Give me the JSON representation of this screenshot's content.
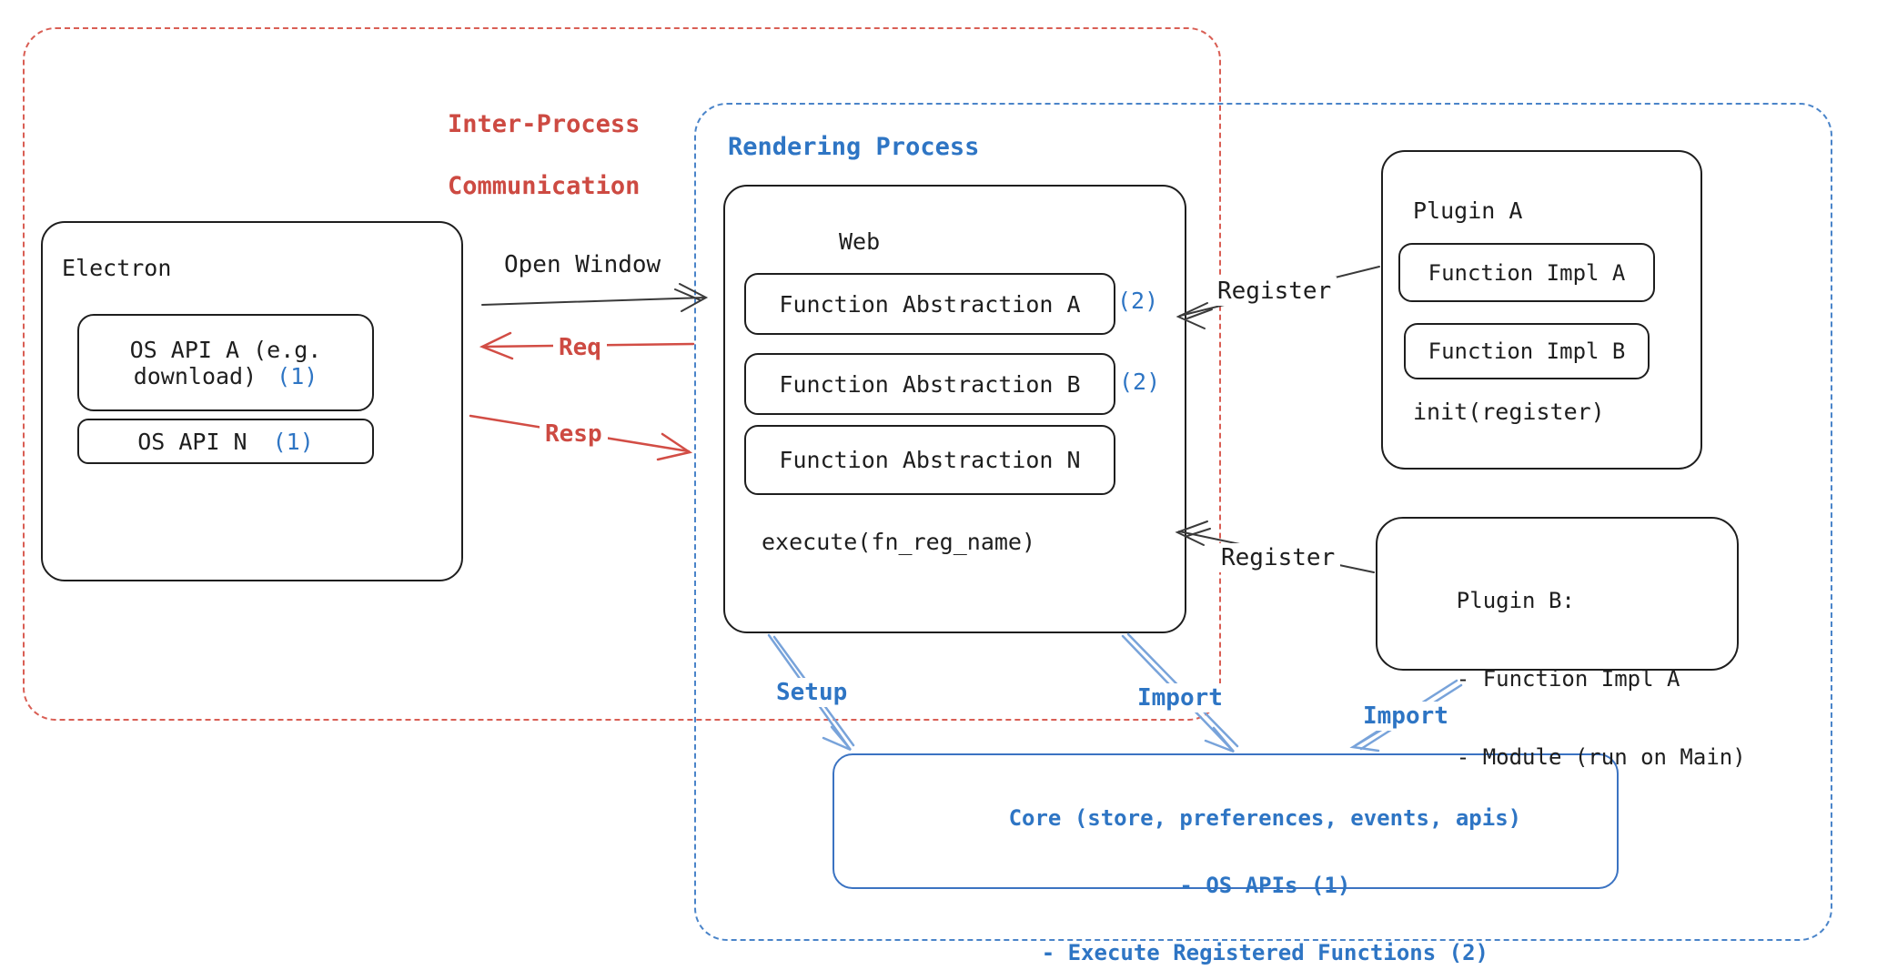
{
  "diagram": {
    "ipc_region": {
      "label_line1": "Inter-Process",
      "label_line2": "Communication"
    },
    "rendering_region": {
      "label": "Rendering Process"
    },
    "electron": {
      "title": "Electron",
      "api_a_line1": "OS API A (e.g.",
      "api_a_line2": "download)",
      "api_a_num": "(1)",
      "api_n": "OS API N",
      "api_n_num": "(1)"
    },
    "web": {
      "title": "Web",
      "fa_a": "Function Abstraction A",
      "fa_a_num": "(2)",
      "fa_b": "Function Abstraction B",
      "fa_b_num": "(2)",
      "fa_n": "Function Abstraction N",
      "execute": "execute(fn_reg_name)"
    },
    "plugin_a": {
      "title": "Plugin A",
      "impl_a": "Function Impl A",
      "impl_b": "Function Impl B",
      "init": "init(register)"
    },
    "plugin_b": {
      "title": "Plugin B:",
      "item1": "- Function Impl A",
      "item2": "- Module (run on Main)"
    },
    "core": {
      "line1": "Core (store, preferences, events, apis)",
      "line2": "- OS APIs (1)",
      "line3": "- Execute Registered Functions (2)"
    },
    "arrows": {
      "open_window": "Open Window",
      "req": "Req",
      "resp": "Resp",
      "register_top": "Register",
      "register_bottom": "Register",
      "setup": "Setup",
      "import_web": "Import",
      "import_plugin": "Import"
    }
  },
  "colors": {
    "ink": "#1e1e1e",
    "red_dash": "#d95e54",
    "red_text": "#cd4a42",
    "red_arrow": "#d24d45",
    "blue_dash": "#4a84c9",
    "blue_text": "#2e75c4",
    "blue_arrow": "#78a3da",
    "background": "#ffffff"
  }
}
